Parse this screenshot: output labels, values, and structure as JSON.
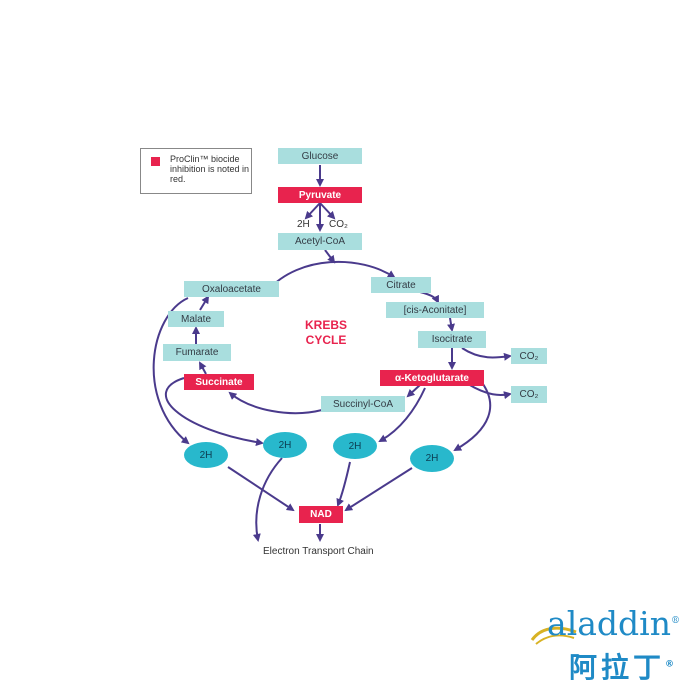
{
  "legend": {
    "text": "ProClin™ biocide inhibition is noted in red."
  },
  "nodes": {
    "glucose": "Glucose",
    "pyruvate": "Pyruvate",
    "h2_pyruvate": "2H",
    "co2_pyruvate": "CO₂",
    "acetyl_coa": "Acetyl-CoA",
    "citrate": "Citrate",
    "cis_aconitate": "[cis-Aconitate]",
    "isocitrate": "Isocitrate",
    "co2_isocitrate": "CO₂",
    "alpha_ketoglutarate": "α-Ketoglutarate",
    "co2_alpha": "CO₂",
    "succinyl_coa": "Succinyl-CoA",
    "succinate": "Succinate",
    "fumarate": "Fumarate",
    "malate": "Malate",
    "oxaloacetate": "Oxaloacetate",
    "h2_1": "2H",
    "h2_2": "2H",
    "h2_3": "2H",
    "h2_4": "2H",
    "nad": "NAD",
    "etc": "Electron Transport Chain"
  },
  "center": {
    "line1": "KREBS",
    "line2": "CYCLE"
  },
  "brand": {
    "latin": "aladdin",
    "cjk": "阿拉丁",
    "mark": "®"
  },
  "colors": {
    "inhibited": "#e8234e",
    "metabolite": "#a9dede",
    "hydrogen": "#28b8cc",
    "arrow": "#4a3a8c",
    "brand": "#1f8ac6"
  }
}
